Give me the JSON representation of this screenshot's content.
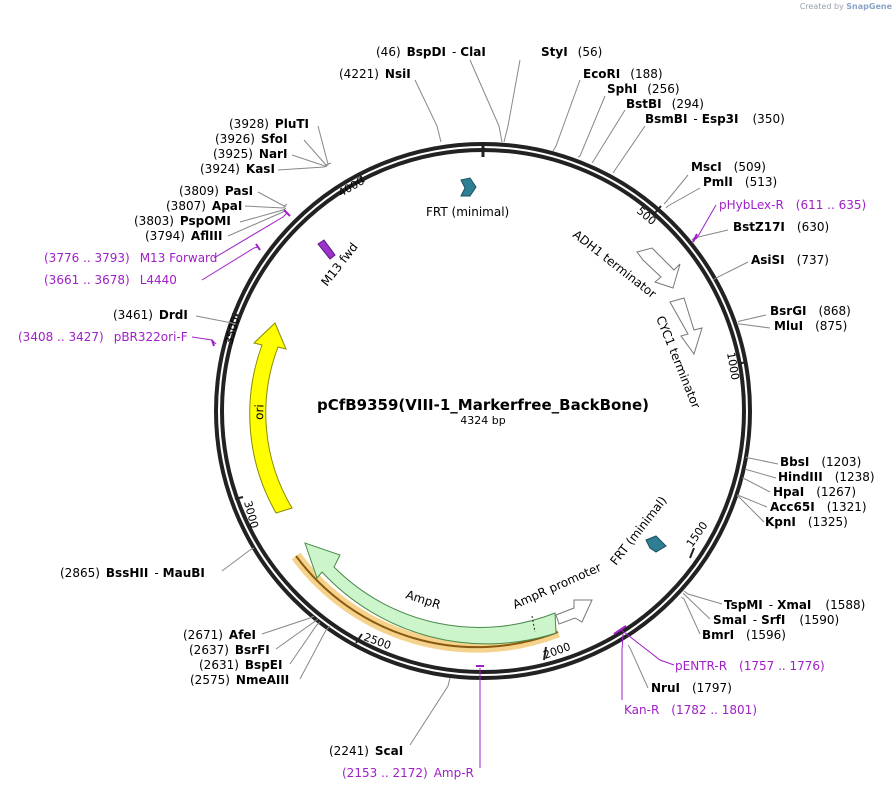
{
  "credit": {
    "prefix": "Created by",
    "brand": "SnapGene"
  },
  "plasmid": {
    "name": "pCfB9359(VIII-1_Markerfree_BackBone)",
    "length_label": "4324 bp",
    "length": 4324
  },
  "ticks": [
    "500",
    "1000",
    "1500",
    "2000",
    "2500",
    "3000",
    "3500",
    "4000"
  ],
  "enzymes": [
    {
      "pos": "(46)",
      "name": "BspDI",
      "name2": "ClaI"
    },
    {
      "pos": "(4221)",
      "name": "NsiI"
    },
    {
      "pos": "(56)",
      "name": "StyI"
    },
    {
      "pos": "(188)",
      "name": "EcoRI"
    },
    {
      "pos": "(256)",
      "name": "SphI"
    },
    {
      "pos": "(294)",
      "name": "BstBI"
    },
    {
      "pos": "(350)",
      "name": "BsmBI",
      "name2": "Esp3I"
    },
    {
      "pos": "(509)",
      "name": "MscI"
    },
    {
      "pos": "(513)",
      "name": "PmlI"
    },
    {
      "pos": "(630)",
      "name": "BstZ17I"
    },
    {
      "pos": "(737)",
      "name": "AsiSI"
    },
    {
      "pos": "(868)",
      "name": "BsrGI"
    },
    {
      "pos": "(875)",
      "name": "MluI"
    },
    {
      "pos": "(1203)",
      "name": "BbsI"
    },
    {
      "pos": "(1238)",
      "name": "HindIII"
    },
    {
      "pos": "(1267)",
      "name": "HpaI"
    },
    {
      "pos": "(1321)",
      "name": "Acc65I"
    },
    {
      "pos": "(1325)",
      "name": "KpnI"
    },
    {
      "pos": "(1588)",
      "name": "TspMI",
      "name2": "XmaI"
    },
    {
      "pos": "(1590)",
      "name": "SmaI",
      "name2": "SrfI"
    },
    {
      "pos": "(1596)",
      "name": "BmrI"
    },
    {
      "pos": "(1797)",
      "name": "NruI"
    },
    {
      "pos": "(2241)",
      "name": "ScaI"
    },
    {
      "pos": "(2575)",
      "name": "NmeAIII"
    },
    {
      "pos": "(2631)",
      "name": "BspEI"
    },
    {
      "pos": "(2637)",
      "name": "BsrFI"
    },
    {
      "pos": "(2671)",
      "name": "AfeI"
    },
    {
      "pos": "(2865)",
      "name": "BssHII",
      "name2": "MauBI"
    },
    {
      "pos": "(3461)",
      "name": "DrdI"
    },
    {
      "pos": "(3794)",
      "name": "AflIII"
    },
    {
      "pos": "(3803)",
      "name": "PspOMI"
    },
    {
      "pos": "(3807)",
      "name": "ApaI"
    },
    {
      "pos": "(3809)",
      "name": "PasI"
    },
    {
      "pos": "(3924)",
      "name": "KasI"
    },
    {
      "pos": "(3925)",
      "name": "NarI"
    },
    {
      "pos": "(3926)",
      "name": "SfoI"
    },
    {
      "pos": "(3928)",
      "name": "PluTI"
    }
  ],
  "primers": [
    {
      "range": "(611 .. 635)",
      "name": "pHybLex-R"
    },
    {
      "range": "(1757 .. 1776)",
      "name": "pENTR-R"
    },
    {
      "range": "(1782 .. 1801)",
      "name": "Kan-R"
    },
    {
      "range": "(2153 .. 2172)",
      "name": "Amp-R"
    },
    {
      "range": "(3408 .. 3427)",
      "name": "pBR322ori-F"
    },
    {
      "range": "(3661 .. 3678)",
      "name": "L4440"
    },
    {
      "range": "(3776 .. 3793)",
      "name": "M13 Forward"
    }
  ],
  "features": [
    {
      "name": "FRT (minimal)",
      "type": "misc",
      "color": "#2e7f93"
    },
    {
      "name": "ADH1 terminator",
      "type": "terminator",
      "color": "#ffffff"
    },
    {
      "name": "CYC1 terminator",
      "type": "terminator",
      "color": "#ffffff"
    },
    {
      "name": "FRT (minimal)",
      "type": "misc",
      "color": "#2e7f93"
    },
    {
      "name": "AmpR promoter",
      "type": "promoter",
      "color": "#ffffff"
    },
    {
      "name": "AmpR",
      "type": "CDS",
      "color": "#ccf5cc"
    },
    {
      "name": "ori",
      "type": "rep_origin",
      "color": "#ffff00"
    },
    {
      "name": "M13 fwd",
      "type": "primer_bind",
      "color": "#9933cc"
    }
  ],
  "colors": {
    "enzyme": "#000000",
    "primer": "#a020c8",
    "backbone": "#222222",
    "ampr_orf": "#f0b040"
  }
}
